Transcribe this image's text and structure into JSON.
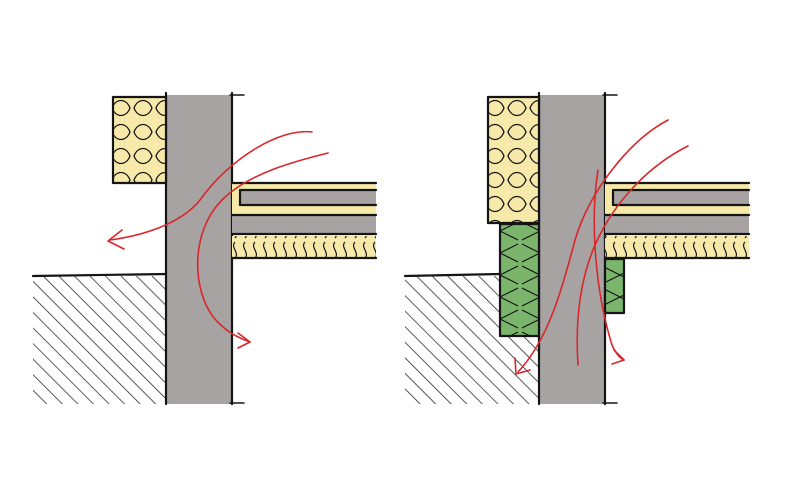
{
  "colors": {
    "wall": "#a6a3a2",
    "insulation": "#f6e9a9",
    "screed": "#f7eaa6",
    "perimeter_insulation": "#7bb56c",
    "ink": "#151515",
    "heat_flow": "#d8262b",
    "background": "#ffffff"
  },
  "panels": [
    {
      "id": "uninsulated-base",
      "has_perimeter_insulation": false,
      "heat_flow_arrows": 2
    },
    {
      "id": "insulated-base",
      "has_perimeter_insulation": true,
      "heat_flow_arrows": 3
    }
  ]
}
